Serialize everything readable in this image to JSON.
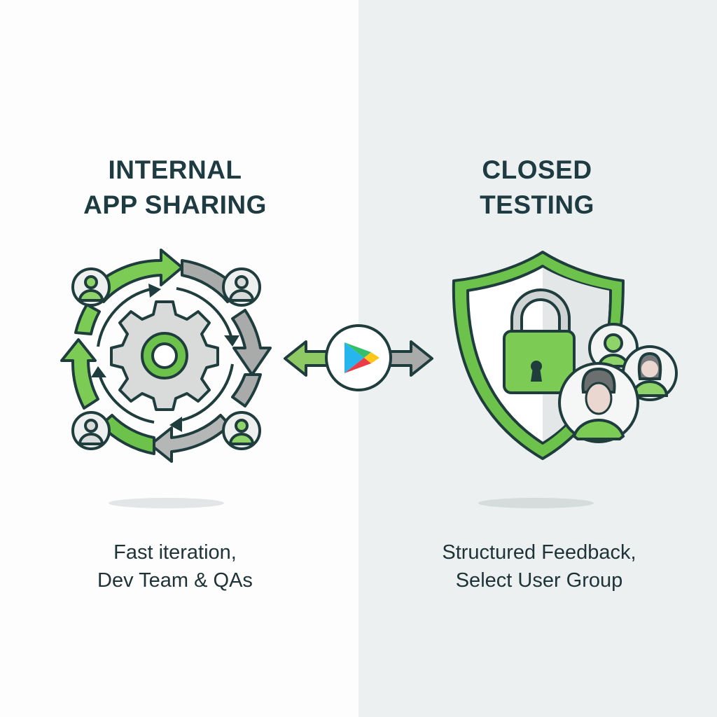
{
  "left": {
    "title_lines": [
      "INTERNAL",
      "APP SHARING"
    ],
    "subtitle_lines": [
      "Fast iteration,",
      "Dev Team & QAs"
    ],
    "icon": "internal-sharing-cycle-icon"
  },
  "center": {
    "icon": "google-play-icon",
    "arrows": [
      "bidirectional-arrow-left",
      "bidirectional-arrow-right"
    ]
  },
  "right": {
    "title_lines": [
      "CLOSED",
      "TESTING"
    ],
    "subtitle_lines": [
      "Structured Feedback,",
      "Select User Group"
    ],
    "icon": "shield-lock-users-icon"
  },
  "colors": {
    "left_bg": "#fdfdfd",
    "right_bg": "#edf0f1",
    "text": "#1d3b40",
    "outline": "#1f3d3d",
    "green": "#6cc24a",
    "light_green": "#8fd46a",
    "gray": "#a9abab",
    "light_gray": "#d9dbdb"
  }
}
